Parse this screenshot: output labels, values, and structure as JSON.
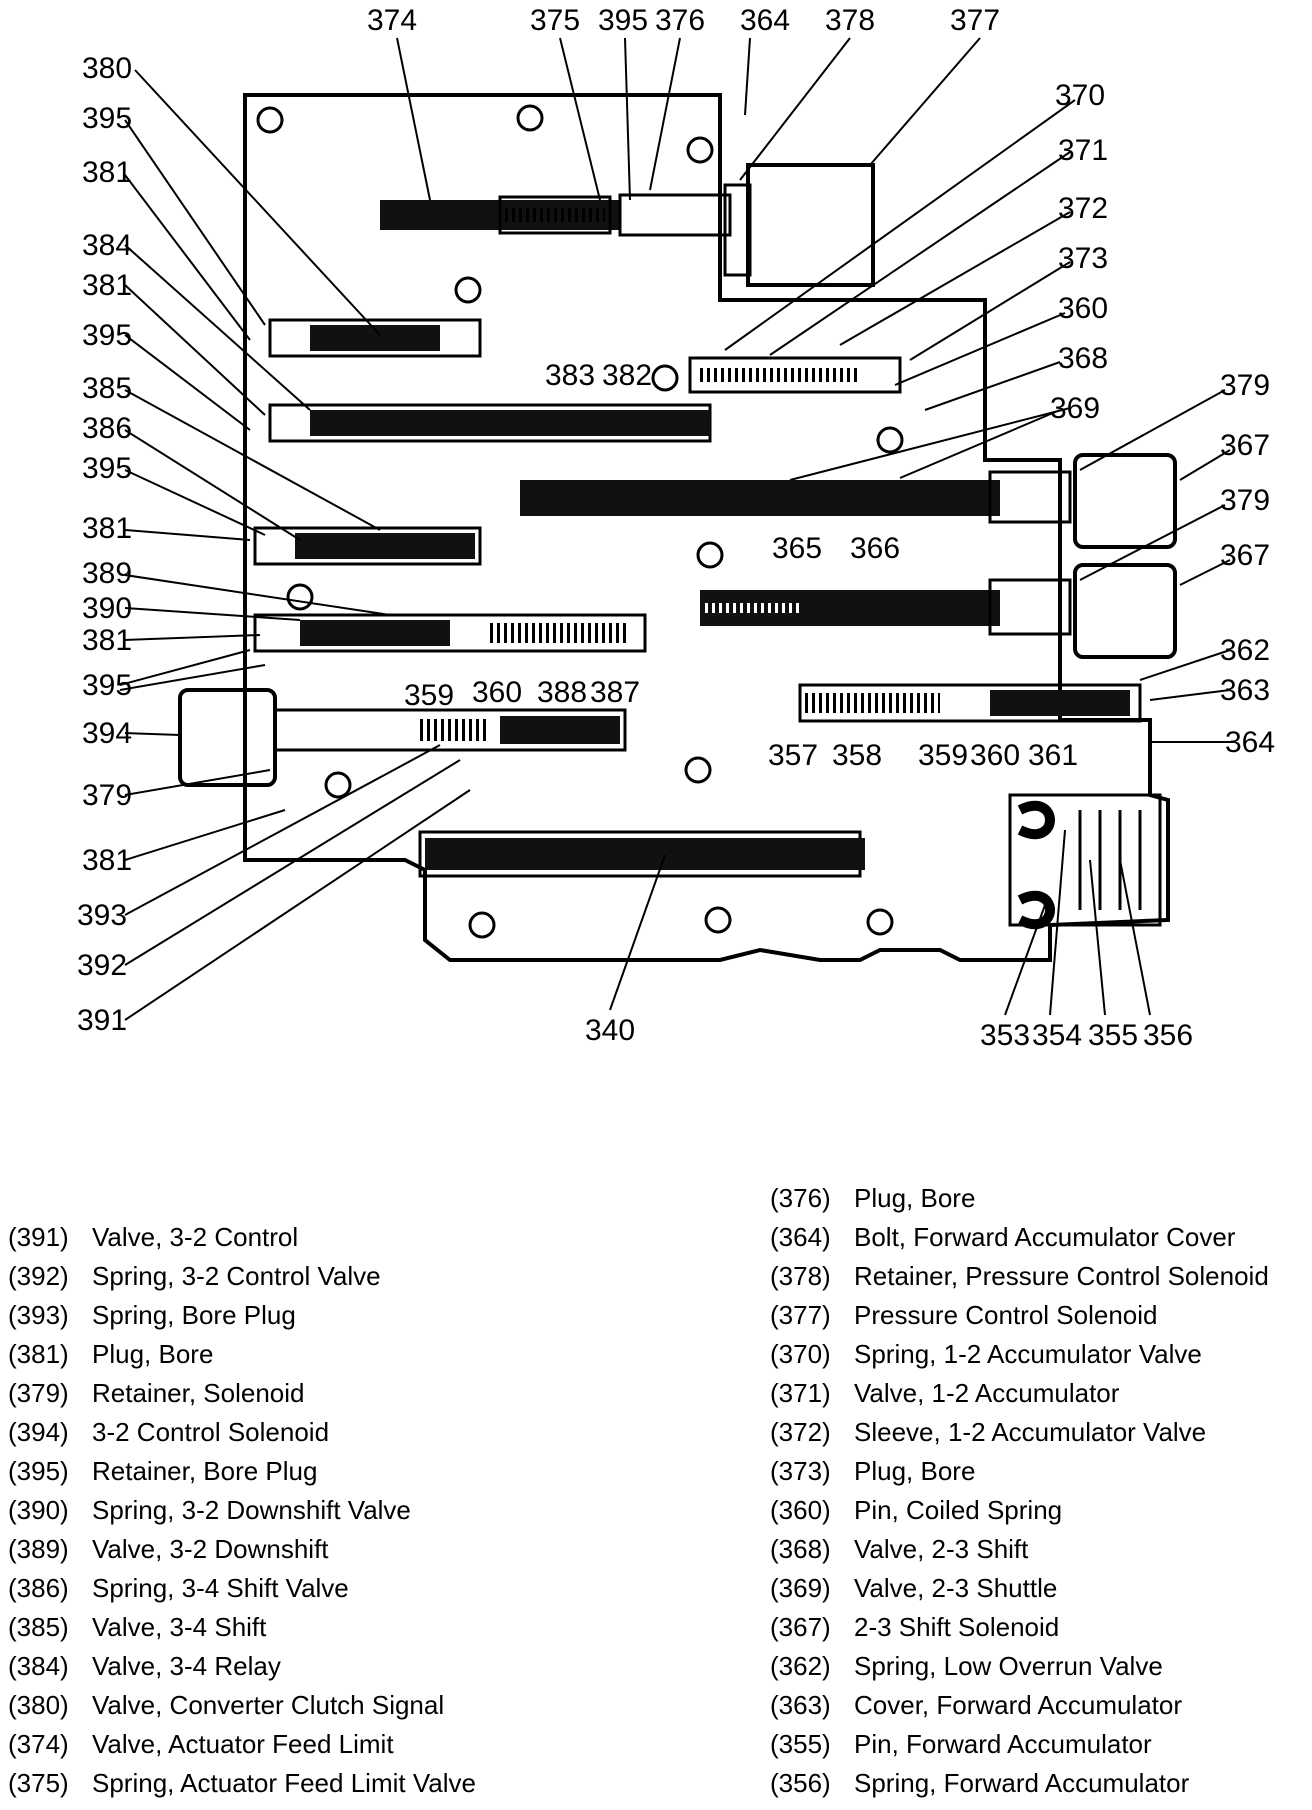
{
  "callouts": [
    "374",
    "375",
    "395",
    "376",
    "364",
    "378",
    "377",
    "370",
    "371",
    "372",
    "373",
    "360",
    "368",
    "369",
    "379",
    "367",
    "379",
    "367",
    "362",
    "363",
    "364",
    "380",
    "395",
    "381",
    "384",
    "381",
    "395",
    "385",
    "386",
    "395",
    "381",
    "389",
    "390",
    "381",
    "395",
    "394",
    "379",
    "381",
    "393",
    "392",
    "391",
    "383",
    "382",
    "365",
    "366",
    "359",
    "360",
    "388",
    "387",
    "357",
    "358",
    "359",
    "360",
    "361",
    "340",
    "353",
    "354",
    "355",
    "356"
  ],
  "legend_left": [
    {
      "num": "(391)",
      "desc": "Valve, 3-2 Control"
    },
    {
      "num": "(392)",
      "desc": "Spring, 3-2 Control Valve"
    },
    {
      "num": "(393)",
      "desc": "Spring, Bore Plug"
    },
    {
      "num": "(381)",
      "desc": "Plug, Bore"
    },
    {
      "num": "(379)",
      "desc": "Retainer, Solenoid"
    },
    {
      "num": "(394)",
      "desc": "3-2 Control Solenoid"
    },
    {
      "num": "(395)",
      "desc": "Retainer, Bore Plug"
    },
    {
      "num": "(390)",
      "desc": "Spring, 3-2 Downshift Valve"
    },
    {
      "num": "(389)",
      "desc": "Valve, 3-2 Downshift"
    },
    {
      "num": "(386)",
      "desc": "Spring, 3-4 Shift Valve"
    },
    {
      "num": "(385)",
      "desc": "Valve, 3-4 Shift"
    },
    {
      "num": "(384)",
      "desc": "Valve, 3-4 Relay"
    },
    {
      "num": "(380)",
      "desc": "Valve, Converter Clutch Signal"
    },
    {
      "num": "(374)",
      "desc": "Valve, Actuator Feed Limit"
    },
    {
      "num": "(375)",
      "desc": "Spring, Actuator Feed Limit Valve"
    }
  ],
  "legend_right": [
    {
      "num": "(376)",
      "desc": "Plug, Bore"
    },
    {
      "num": "(364)",
      "desc": "Bolt, Forward Accumulator Cover"
    },
    {
      "num": "(378)",
      "desc": "Retainer, Pressure Control Solenoid"
    },
    {
      "num": "(377)",
      "desc": "Pressure Control Solenoid"
    },
    {
      "num": "(370)",
      "desc": "Spring, 1-2 Accumulator Valve"
    },
    {
      "num": "(371)",
      "desc": "Valve, 1-2 Accumulator"
    },
    {
      "num": "(372)",
      "desc": "Sleeve, 1-2 Accumulator Valve"
    },
    {
      "num": "(373)",
      "desc": "Plug, Bore"
    },
    {
      "num": "(360)",
      "desc": "Pin, Coiled Spring"
    },
    {
      "num": "(368)",
      "desc": "Valve, 2-3 Shift"
    },
    {
      "num": "(369)",
      "desc": "Valve, 2-3 Shuttle"
    },
    {
      "num": "(367)",
      "desc": "2-3 Shift Solenoid"
    },
    {
      "num": "(362)",
      "desc": "Spring, Low Overrun Valve"
    },
    {
      "num": "(363)",
      "desc": "Cover, Forward Accumulator"
    },
    {
      "num": "(355)",
      "desc": "Pin, Forward Accumulator"
    },
    {
      "num": "(356)",
      "desc": "Spring, Forward Accumulator"
    }
  ]
}
